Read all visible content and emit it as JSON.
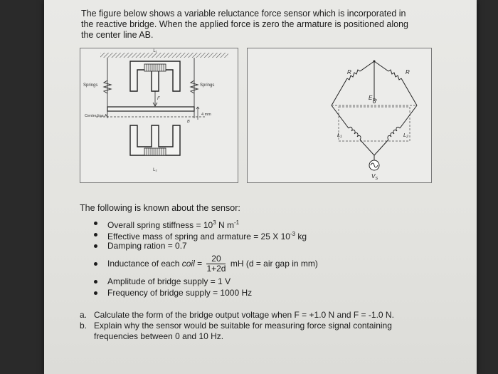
{
  "intro": "The figure below shows a variable reluctance force sensor which is incorporated in the reactive bridge. When the applied force is zero the armature is positioned along the center line AB.",
  "figure_left": {
    "top_label": "L₁",
    "springs_left": "Springs",
    "springs_right": "Springs",
    "force_label": "F",
    "centre_line": "Centre line A",
    "gap_label": "4 mm",
    "point_b": "B",
    "bottom_label": "L₂"
  },
  "figure_right": {
    "r_left": "R",
    "r_right": "R",
    "eth": "E",
    "eth_sub": "Th",
    "l1": "L₁",
    "l2": "L₂",
    "vs": "V",
    "vs_sub": "S"
  },
  "known_heading": "The following is known about the sensor:",
  "properties": {
    "stiffness": {
      "text": "Overall spring stiffness = 10",
      "sup": "3",
      "unit": " N m",
      "unit_sup": "-1"
    },
    "mass": {
      "text": "Effective mass of spring and armature = 25 X 10",
      "sup": "-3",
      "unit": " kg"
    },
    "damping": "Damping ration = 0.7",
    "inductance": {
      "prefix": "Inductance of each ",
      "coil": "coil",
      "eq": " =",
      "num": "20",
      "den": "1+2d",
      "suffix": "mH (d = air gap in mm)"
    },
    "amplitude": "Amplitude of bridge supply = 1 V",
    "frequency": "Frequency of bridge supply = 1000 Hz"
  },
  "questions": [
    {
      "letter": "a.",
      "text": "Calculate the form of the bridge output voltage when F = +1.0 N and F = -1.0 N."
    },
    {
      "letter": "b.",
      "text": "Explain why the sensor would be suitable for measuring force signal containing frequencies between 0 and 10 Hz."
    }
  ]
}
